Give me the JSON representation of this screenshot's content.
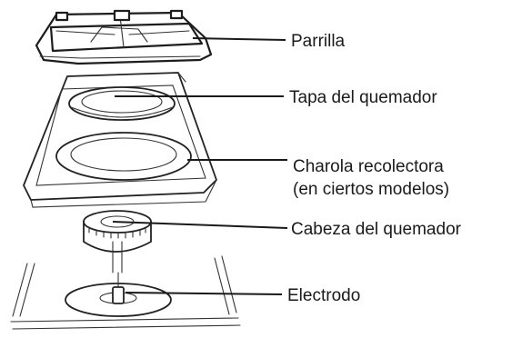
{
  "labels": {
    "parrilla": "Parrilla",
    "tapa": "Tapa del quemador",
    "charola_line1": "Charola recolectora",
    "charola_line2": "(en ciertos modelos)",
    "cabeza": "Cabeza del quemador",
    "electrodo": "Electrodo"
  }
}
